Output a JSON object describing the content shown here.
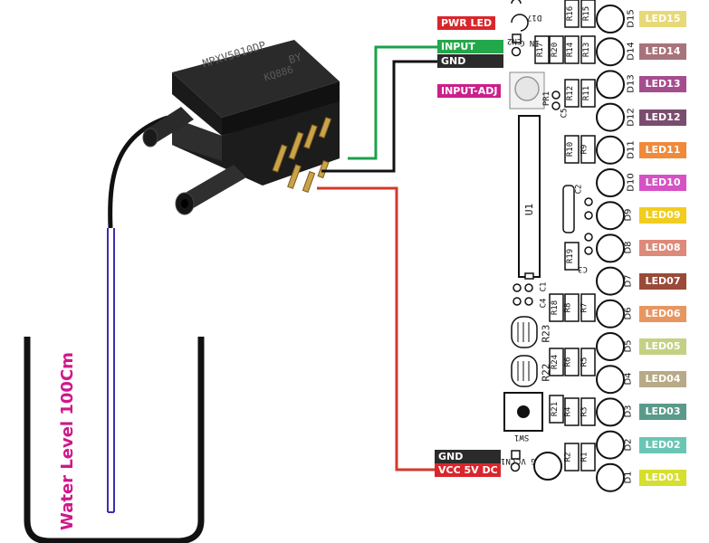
{
  "sensor": {
    "part_number_line1": "MPXV5010DP",
    "part_number_line2": "BY",
    "code_line": "KQ886"
  },
  "tank": {
    "label": "Water Level 100Cm"
  },
  "labels": {
    "pwr_led": "PWR LED",
    "input": "INPUT",
    "gnd_top": "GND",
    "input_adj": "INPUT-ADJ",
    "gnd_bottom": "GND",
    "vcc": "VCC 5V DC"
  },
  "board_silk": {
    "u1": "U1",
    "pr1": "PR1",
    "sw1": "SW1",
    "c1": "C1",
    "c2": "C2",
    "c3": "C3",
    "c4": "C4",
    "c5": "C5",
    "cn1": "CN1",
    "cn2": "CN2",
    "in_g": "IN G",
    "g_v": "G VC",
    "d17": "D17",
    "r23": "R23",
    "r22": "R22",
    "r24": "R24",
    "r21": "R21",
    "r19": "R19",
    "r18": "R18",
    "r17": "R17",
    "r20": "R20",
    "resistors_col_a": [
      "R16",
      "R14",
      "R12",
      "R10",
      "R8",
      "R6",
      "R4",
      "R2"
    ],
    "resistors_col_b": [
      "R15",
      "R13",
      "R11",
      "R9",
      "R7",
      "R5",
      "R3",
      "R1"
    ],
    "diodes": [
      "D15",
      "D14",
      "D13",
      "D12",
      "D11",
      "D10",
      "D9",
      "D8",
      "D7",
      "D6",
      "D5",
      "D4",
      "D3",
      "D2",
      "D1"
    ]
  },
  "leds": [
    {
      "label": "LED15",
      "color": "#e8d978"
    },
    {
      "label": "LED14",
      "color": "#a8737a"
    },
    {
      "label": "LED13",
      "color": "#a54d8e"
    },
    {
      "label": "LED12",
      "color": "#7a4d6e"
    },
    {
      "label": "LED11",
      "color": "#f08a3a"
    },
    {
      "label": "LED10",
      "color": "#d552c4"
    },
    {
      "label": "LED09",
      "color": "#f0cd1e"
    },
    {
      "label": "LED08",
      "color": "#dd8a7a"
    },
    {
      "label": "LED07",
      "color": "#9a4a38"
    },
    {
      "label": "LED06",
      "color": "#e89660"
    },
    {
      "label": "LED05",
      "color": "#c4d184"
    },
    {
      "label": "LED04",
      "color": "#b8aa86"
    },
    {
      "label": "LED03",
      "color": "#5b9a8a"
    },
    {
      "label": "LED02",
      "color": "#6ac6b4"
    },
    {
      "label": "LED01",
      "color": "#d6de2e"
    }
  ],
  "colors": {
    "pwr_led": "#d9262c",
    "input": "#22a84a",
    "gnd": "#2b2b2b",
    "input_adj": "#cc1e8c",
    "vcc": "#d9262c",
    "wire_green": "#1ba24a",
    "wire_black": "#111111",
    "wire_red": "#d23a2a",
    "tube": "#3b2fb0"
  }
}
